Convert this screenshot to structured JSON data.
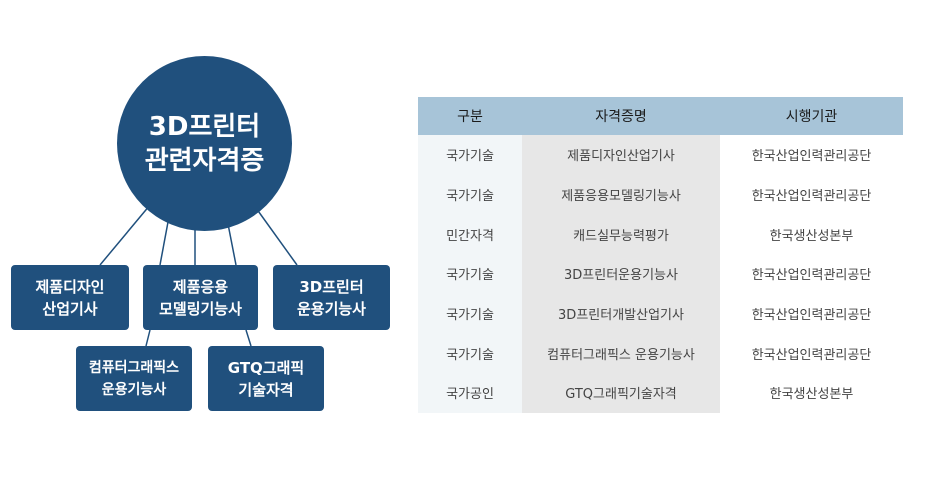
{
  "diagram": {
    "center": {
      "line1": "3D프린터",
      "line2": "관련자격증"
    },
    "boxes": [
      {
        "line1": "제품디자인",
        "line2": "산업기사"
      },
      {
        "line1": "제품응용",
        "line2": "모델링기능사"
      },
      {
        "line1": "3D프린터",
        "line2": "운용기능사"
      },
      {
        "line1": "컴퓨터그래픽스",
        "line2": "운용기능사"
      },
      {
        "line1": "GTQ그래픽",
        "line2": "기술자격"
      }
    ]
  },
  "table": {
    "headers": [
      "구분",
      "자격증명",
      "시행기관"
    ],
    "rows": [
      [
        "국가기술",
        "제품디자인산업기사",
        "한국산업인력관리공단"
      ],
      [
        "국가기술",
        "제품응용모델링기능사",
        "한국산업인력관리공단"
      ],
      [
        "민간자격",
        "캐드실무능력평가",
        "한국생산성본부"
      ],
      [
        "국가기술",
        "3D프린터운용기능사",
        "한국산업인력관리공단"
      ],
      [
        "국가기술",
        "3D프린터개발산업기사",
        "한국산업인력관리공단"
      ],
      [
        "국가기술",
        "컴퓨터그래픽스 운용기능사",
        "한국산업인력관리공단"
      ],
      [
        "국가공인",
        "GTQ그래픽기술자격",
        "한국생산성본부"
      ]
    ]
  }
}
